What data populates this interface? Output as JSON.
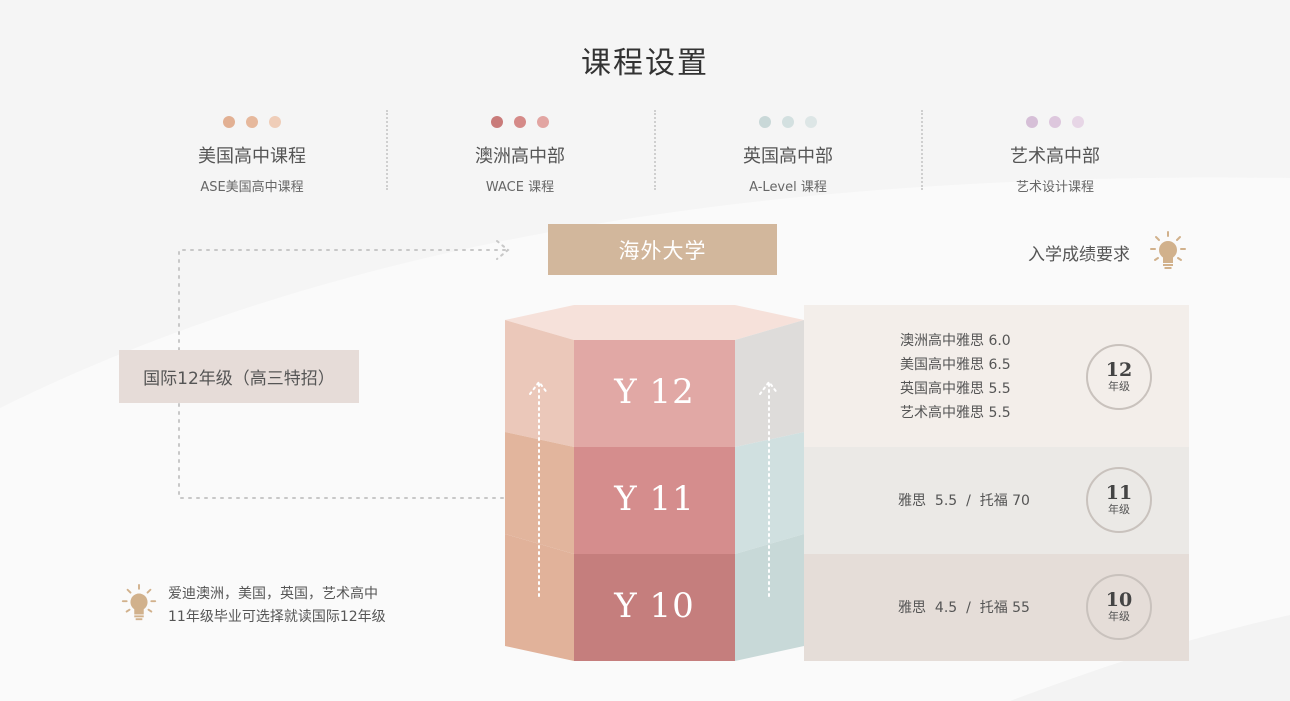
{
  "title": "课程设置",
  "tracks": [
    {
      "name": "美国高中课程",
      "sub": "ASE美国高中课程",
      "dots": [
        "#e2b093",
        "#e6b89c",
        "#efcdb8"
      ]
    },
    {
      "name": "澳洲高中部",
      "sub": "WACE 课程",
      "dots": [
        "#c97b7a",
        "#d58a88",
        "#e2a5a2"
      ]
    },
    {
      "name": "英国高中部",
      "sub": "A-Level 课程",
      "dots": [
        "#c9d8d8",
        "#d3e0e0",
        "#dde6e6"
      ]
    },
    {
      "name": "艺术高中部",
      "sub": "艺术设计课程",
      "dots": [
        "#d6bfd7",
        "#ddc7dd",
        "#e7d6e6"
      ]
    }
  ],
  "overseas_label": "海外大学",
  "requirements_title": "入学成绩要求",
  "intl_grade12_label": "国际12年级（高三特招）",
  "years": [
    {
      "label": "Y 12"
    },
    {
      "label": "Y 11"
    },
    {
      "label": "Y 10"
    }
  ],
  "requirements": {
    "y12": [
      "澳洲高中雅思 6.0",
      "美国高中雅思 6.5",
      "英国高中雅思 5.5",
      "艺术高中雅思 5.5"
    ],
    "y11": "雅思  5.5  /  托福 70",
    "y10": "雅思  4.5  /  托福 55"
  },
  "badges": [
    {
      "num": "12",
      "label": "年级"
    },
    {
      "num": "11",
      "label": "年级"
    },
    {
      "num": "10",
      "label": "年级"
    }
  ],
  "note": {
    "line1": "爱迪澳洲，美国，英国，艺术高中",
    "line2": "11年级毕业可选择就读国际12年级"
  },
  "colors": {
    "overseas_bg": "#d2b79c",
    "bulb": "#d1b18c"
  },
  "icons": [
    "lightbulb-icon",
    "arrow-up-icon"
  ]
}
